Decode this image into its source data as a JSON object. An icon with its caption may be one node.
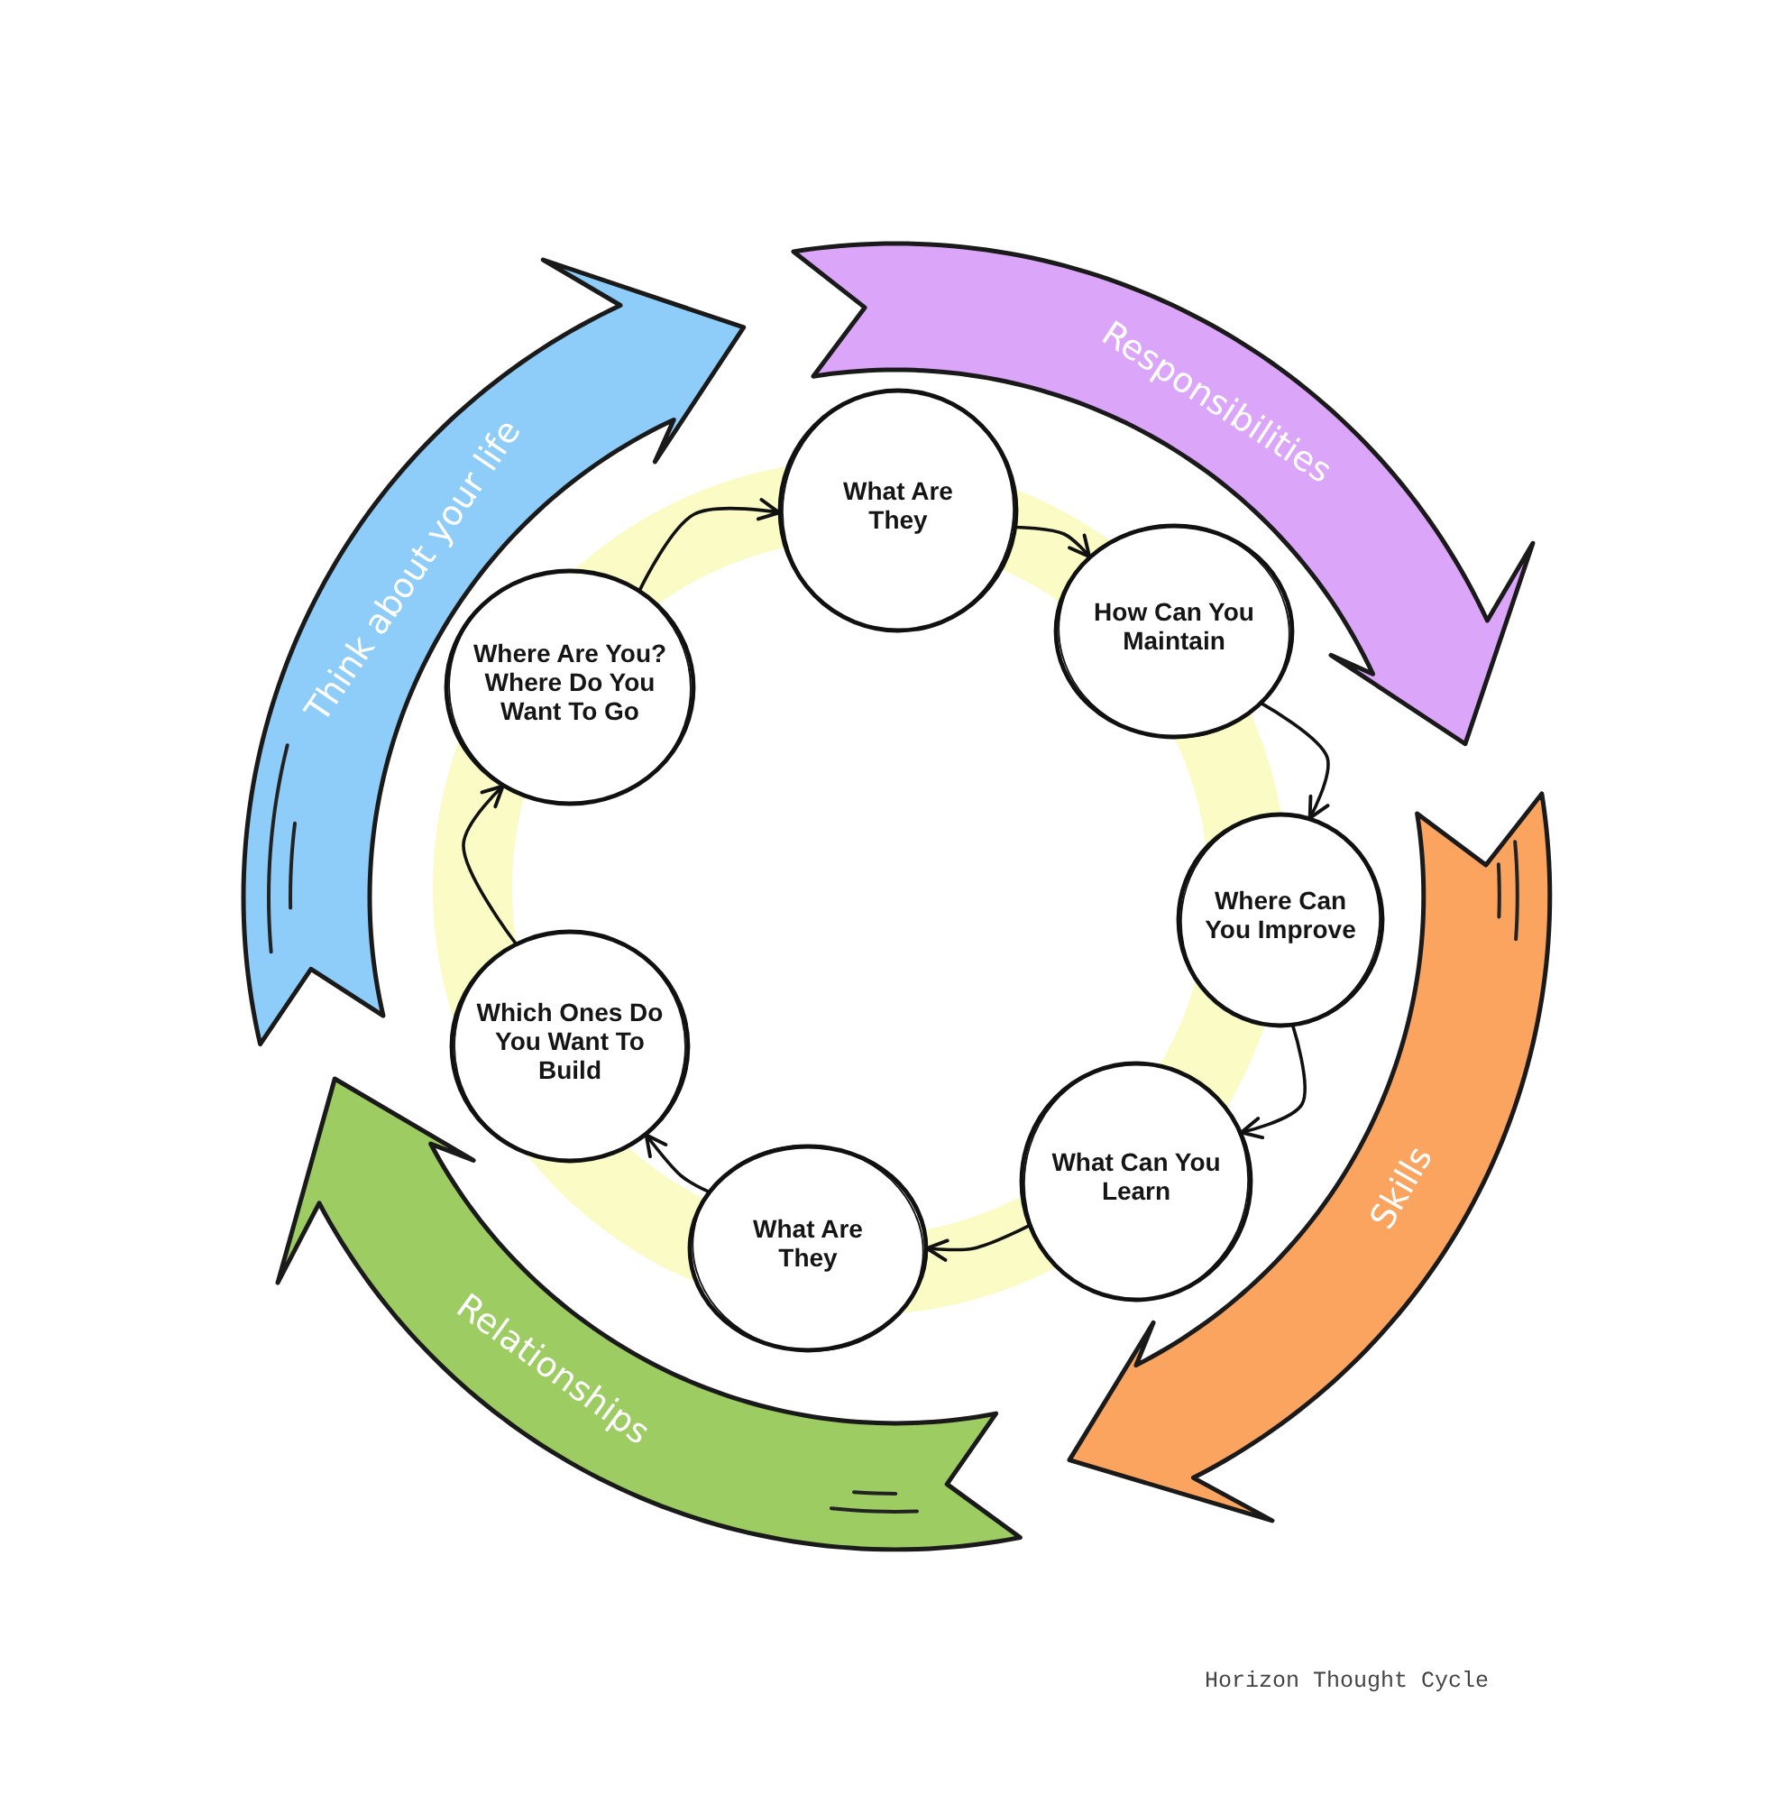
{
  "diagram": {
    "caption": "Horizon Thought Cycle",
    "nodes": [
      {
        "text": [
          "Think about your life"
        ]
      },
      {
        "text": [
          "Responsibilities"
        ]
      },
      {
        "text": [
          "Skills"
        ]
      },
      {
        "text": [
          "Relationships"
        ]
      },
      {
        "text": [
          "Where Are You? Where Do You Want To Go"
        ]
      },
      {
        "text": [
          "What Are They"
        ]
      },
      {
        "text": [
          "How Can You Maintain"
        ]
      },
      {
        "text": [
          "Where Can You Improve"
        ]
      },
      {
        "text": [
          "What Can You Learn"
        ]
      },
      {
        "text": [
          "What Are They"
        ]
      },
      {
        "text": [
          "Which Ones Do You Want To Build"
        ]
      }
    ],
    "edges": [
      {
        "from": 4,
        "to": 5,
        "arrow": "to"
      },
      {
        "from": 5,
        "to": 6,
        "arrow": "to"
      },
      {
        "from": 6,
        "to": 7,
        "arrow": "to"
      },
      {
        "from": 7,
        "to": 8,
        "arrow": "to"
      },
      {
        "from": 8,
        "to": 9,
        "arrow": "to"
      },
      {
        "from": 9,
        "to": 10,
        "arrow": "to"
      },
      {
        "from": 10,
        "to": 4,
        "arrow": "to"
      }
    ]
  }
}
